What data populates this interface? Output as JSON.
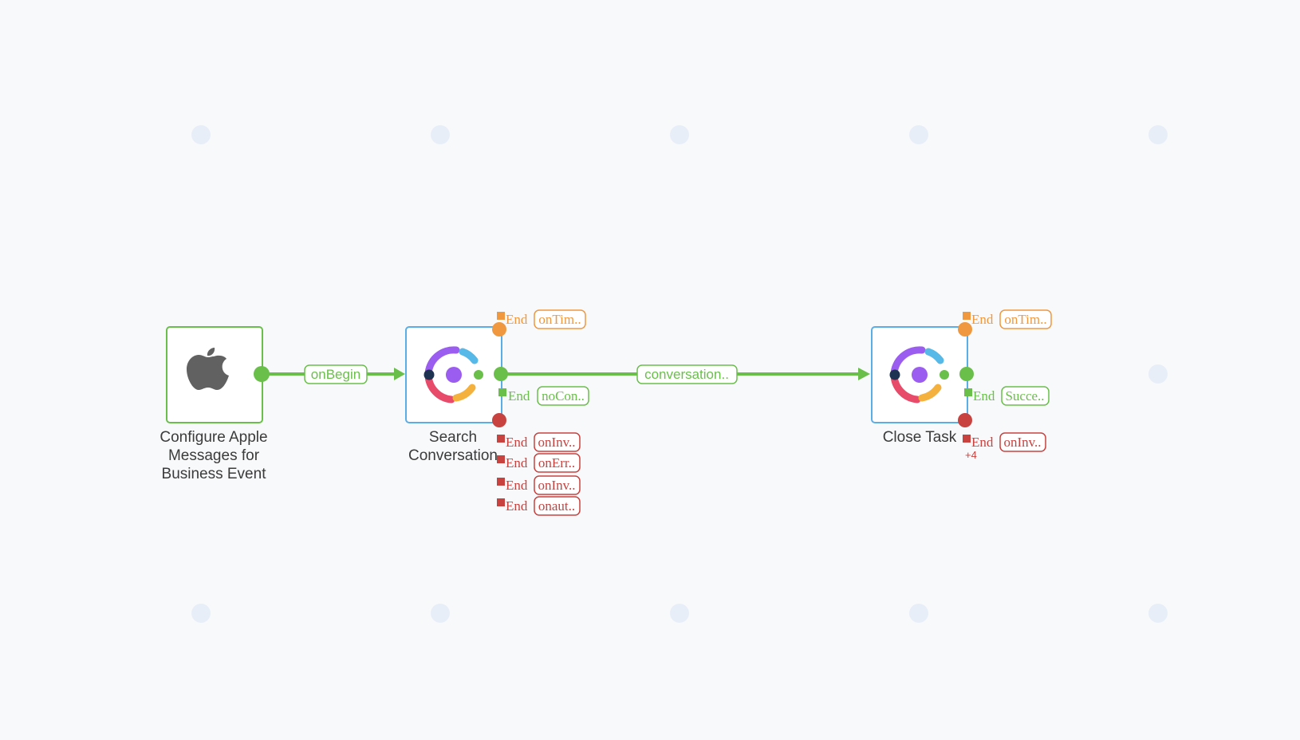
{
  "colors": {
    "background": "#f8f9fb",
    "grid_dot": "#e8eef8",
    "success": "#6abf4b",
    "timeout": "#f0983f",
    "error": "#c8423f",
    "activity_border": "#5aaee8",
    "trigger_border": "#6abf4b",
    "label_text": "#3b3b3b"
  },
  "nodes": {
    "trigger": {
      "label": "Configure Apple\nMessages for\nBusiness Event",
      "icon": "apple-logo-icon"
    },
    "search": {
      "label": "Search\nConversation",
      "icon": "webex-connect-logo-icon"
    },
    "close": {
      "label": "Close Task",
      "icon": "webex-connect-logo-icon"
    }
  },
  "edges": {
    "onbegin": "onBegin",
    "conversation": "conversation.."
  },
  "outcomes": {
    "end_word": "End",
    "search_timeout": "onTim..",
    "search_success": "noCon..",
    "search_errors": [
      "onInv..",
      "onErr..",
      "onInv..",
      "onaut.."
    ],
    "close_timeout": "onTim..",
    "close_success": "Succe..",
    "close_error": "onInv..",
    "close_more": "+4"
  }
}
